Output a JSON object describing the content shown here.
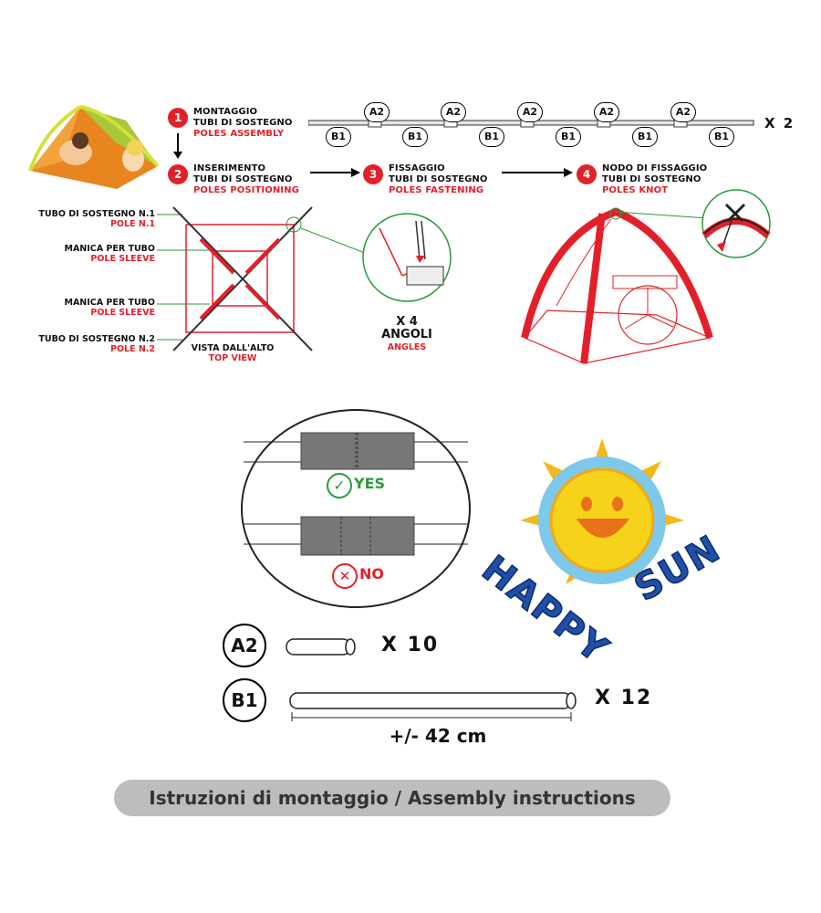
{
  "steps": [
    {
      "num": "1",
      "title_it_1": "MONTAGGIO",
      "title_it_2": "TUBI DI SOSTEGNO",
      "title_en": "POLES ASSEMBLY"
    },
    {
      "num": "2",
      "title_it_1": "INSERIMENTO",
      "title_it_2": "TUBI DI SOSTEGNO",
      "title_en": "POLES POSITIONING"
    },
    {
      "num": "3",
      "title_it_1": "FISSAGGIO",
      "title_it_2": "TUBI DI SOSTEGNO",
      "title_en": "POLES FASTENING"
    },
    {
      "num": "4",
      "title_it_1": "NODO DI FISSAGGIO",
      "title_it_2": "TUBI DI SOSTEGNO",
      "title_en": "POLES KNOT"
    }
  ],
  "assembly": {
    "a_label": "A2",
    "b_label": "B1",
    "multiplier": "X 2"
  },
  "labels": [
    {
      "it": "TUBO DI SOSTEGNO N.1",
      "en": "POLE N.1"
    },
    {
      "it": "MANICA PER TUBO",
      "en": "POLE SLEEVE"
    },
    {
      "it": "MANICA PER TUBO",
      "en": "POLE SLEEVE"
    },
    {
      "it": "TUBO DI SOSTEGNO N.2",
      "en": "POLE N.2"
    }
  ],
  "top_view": {
    "it": "VISTA DALL'ALTO",
    "en": "TOP VIEW"
  },
  "angles": {
    "count": "X 4",
    "it": "ANGOLI",
    "en": "ANGLES"
  },
  "check": {
    "yes": "YES",
    "no": "NO"
  },
  "brand": {
    "word1": "HAPPY",
    "word2": "SUN"
  },
  "parts": [
    {
      "code": "A2",
      "qty": "X  10"
    },
    {
      "code": "B1",
      "qty": "X  12",
      "length": "+/- 42 cm"
    }
  ],
  "footer": "Istruzioni di montaggio / Assembly instructions",
  "colors": {
    "accent": "#e3202a",
    "green": "#2a9a3a",
    "sun": "#f6d21a",
    "footer": "#bdbdbd"
  }
}
